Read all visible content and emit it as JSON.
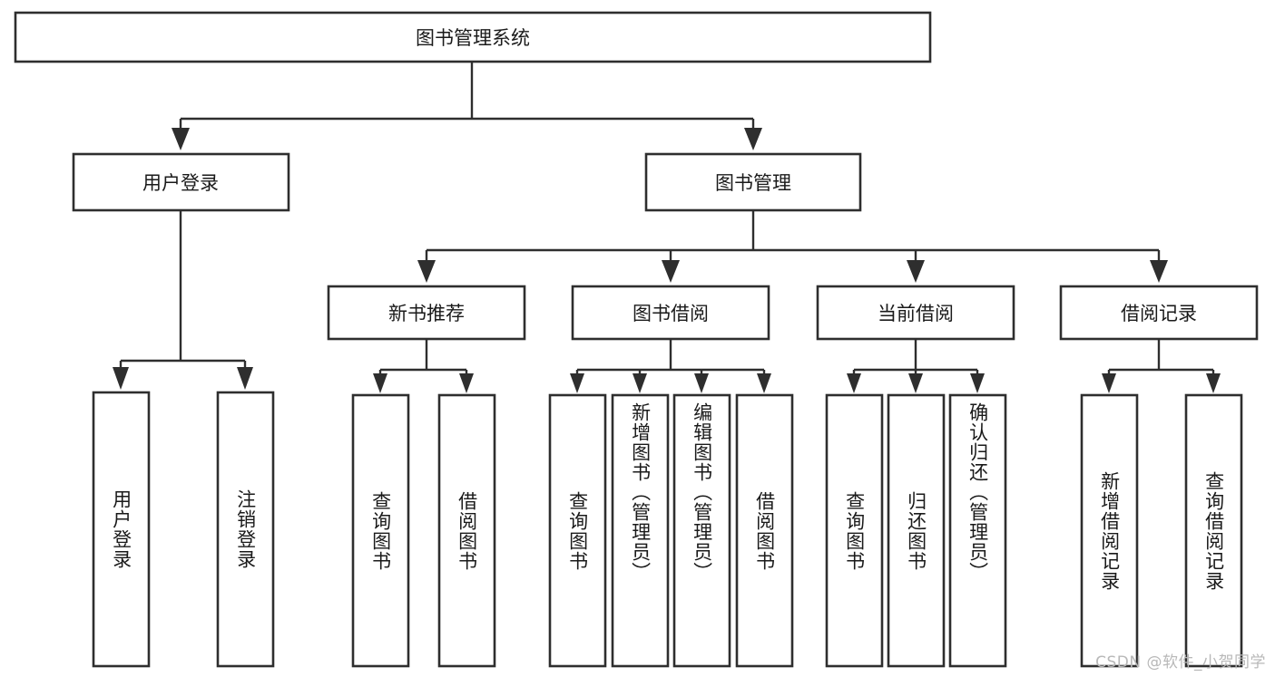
{
  "diagram": {
    "type": "tree-hierarchy",
    "title": "图书管理系统",
    "root": {
      "id": "root",
      "label": "图书管理系统",
      "level": 0
    },
    "level2": [
      {
        "id": "user-login",
        "label": "用户登录"
      },
      {
        "id": "book-management",
        "label": "图书管理"
      }
    ],
    "level3": [
      {
        "id": "new-book-recommend",
        "label": "新书推荐",
        "parent": "book-management"
      },
      {
        "id": "book-borrow",
        "label": "图书借阅",
        "parent": "book-management"
      },
      {
        "id": "current-borrow",
        "label": "当前借阅",
        "parent": "book-management"
      },
      {
        "id": "borrow-record",
        "label": "借阅记录",
        "parent": "book-management"
      }
    ],
    "leaves": {
      "user-login": [
        {
          "id": "leaf-user-login",
          "label": "用户登录"
        },
        {
          "id": "leaf-logout-login",
          "label": "注销登录"
        }
      ],
      "new-book-recommend": [
        {
          "id": "leaf-query-book-1",
          "label": "查询图书"
        },
        {
          "id": "leaf-borrow-book-1",
          "label": "借阅图书"
        }
      ],
      "book-borrow": [
        {
          "id": "leaf-query-book-2",
          "label": "查询图书"
        },
        {
          "id": "leaf-add-book",
          "label": "新增图书（管理员）"
        },
        {
          "id": "leaf-edit-book",
          "label": "编辑图书（管理员）"
        },
        {
          "id": "leaf-borrow-book-2",
          "label": "借阅图书"
        }
      ],
      "current-borrow": [
        {
          "id": "leaf-query-book-3",
          "label": "查询图书"
        },
        {
          "id": "leaf-return-book",
          "label": "归还图书"
        },
        {
          "id": "leaf-confirm-return",
          "label": "确认归还（管理员）"
        }
      ],
      "borrow-record": [
        {
          "id": "leaf-add-record",
          "label": "新增借阅记录"
        },
        {
          "id": "leaf-query-record",
          "label": "查询借阅记录"
        }
      ]
    }
  },
  "watermark": {
    "text": "CSDN @软件_小贺同学"
  },
  "colors": {
    "stroke": "#2e2e2e",
    "fill": "#ffffff",
    "text": "#1a1a1a",
    "watermark": "#b8b8b8"
  }
}
